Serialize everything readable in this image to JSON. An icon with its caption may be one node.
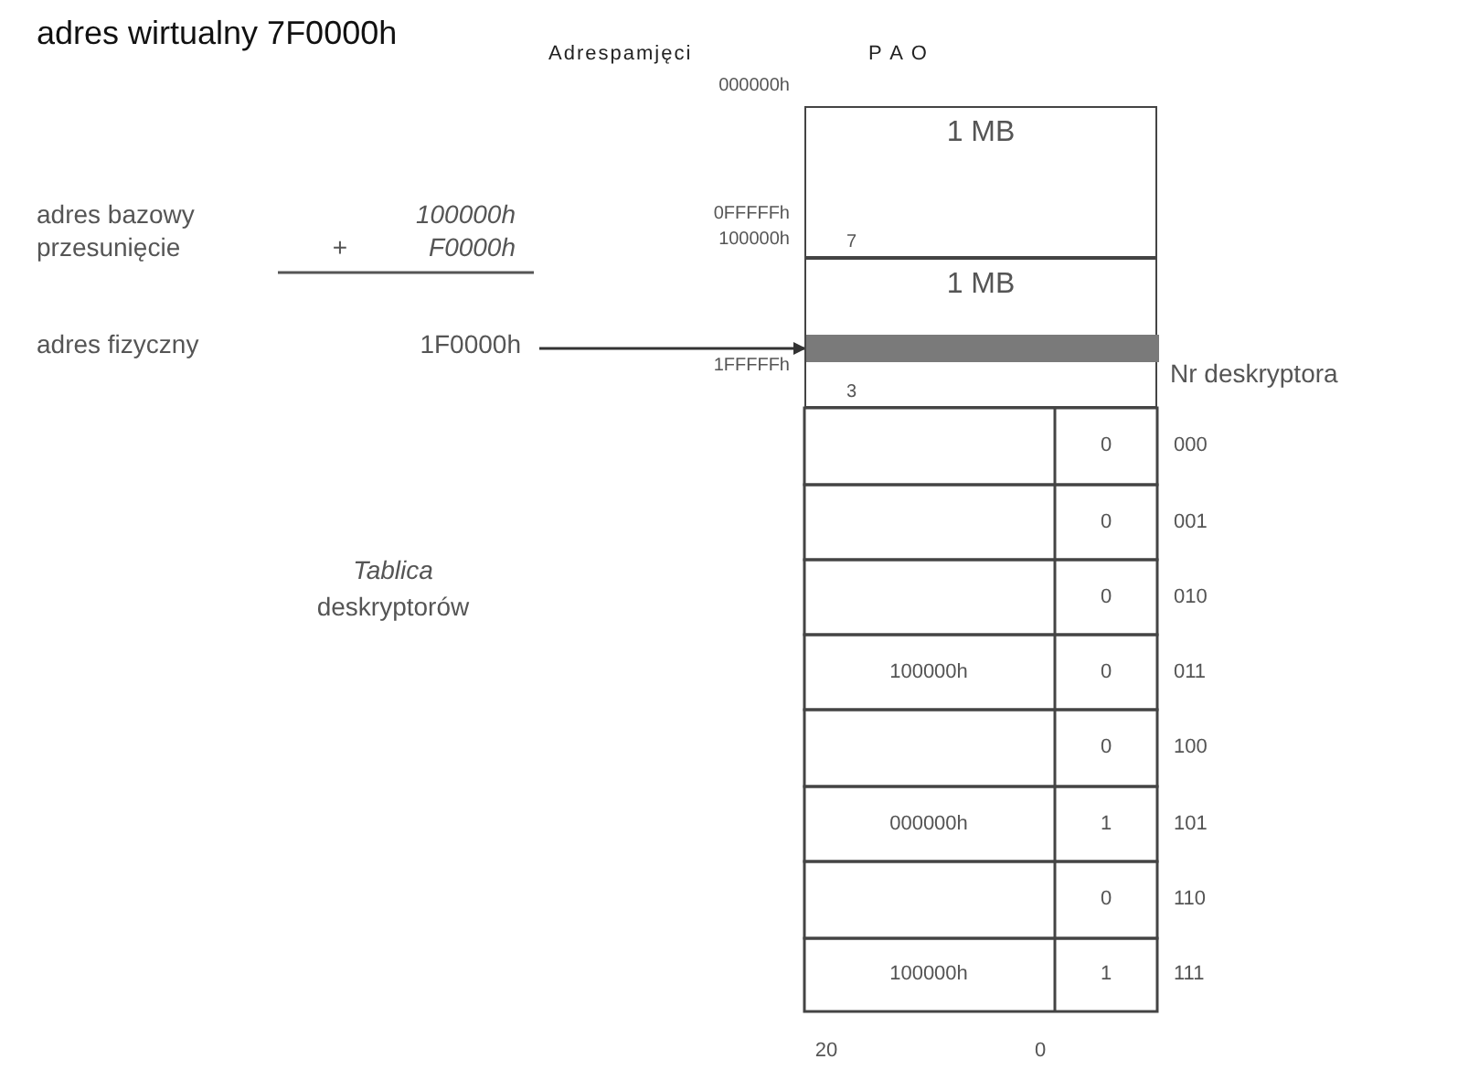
{
  "diagram": {
    "title": "adres wirtualny 7F0000h",
    "nodes": [
      {
        "text": [
          "1 MB",
          "7"
        ]
      },
      {
        "text": [
          "1 MB",
          "3"
        ]
      },
      {
        "text": [],
        "shape": "bar",
        "in": 1
      },
      {
        "text": [
          "1F0000h"
        ]
      }
    ],
    "edges": [
      {
        "from": 3,
        "to": 2,
        "arrow": "to"
      }
    ],
    "labels": [
      "Adrespamjęci",
      "P A O",
      "000000h",
      "adres bazowy",
      "100000h",
      "0FFFFFh",
      "przesunięcie",
      "+",
      "F0000h",
      "100000h",
      "adres fizyczny",
      "1FFFFFh",
      "Nr deskryptora",
      "0",
      "000",
      "0",
      "001",
      "*Tablica* deskryptorów",
      "0",
      "010",
      "100000h",
      "0",
      "011",
      "0",
      "100",
      "000000h",
      "1",
      "101",
      "0",
      "110",
      "100000h",
      "1",
      "111",
      "20",
      "0"
    ]
  }
}
